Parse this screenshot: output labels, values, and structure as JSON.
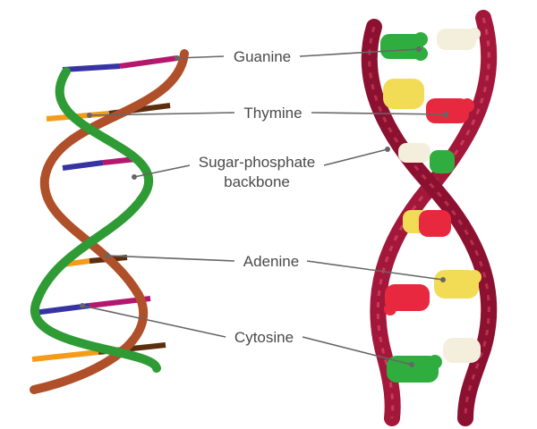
{
  "labels": {
    "guanine": "Guanine",
    "thymine": "Thymine",
    "backbone_line1": "Sugar-phosphate",
    "backbone_line2": "backbone",
    "adenine": "Adenine",
    "cytosine": "Cytosine"
  },
  "colors": {
    "guanine": "#b5176e",
    "thymine": "#5a2e0e",
    "adenine": "#f59b1a",
    "cytosine": "#3634a3",
    "strand_green": "#2e9b34",
    "strand_brown": "#b0502a",
    "licorice": "#a3183a",
    "gummy_green": "#2fae3f",
    "gummy_red": "#e8283f",
    "gummy_yellow": "#f2dc55",
    "gummy_white": "#f3efdc",
    "label_text": "#4a4a4a",
    "leader_line": "#666666"
  }
}
